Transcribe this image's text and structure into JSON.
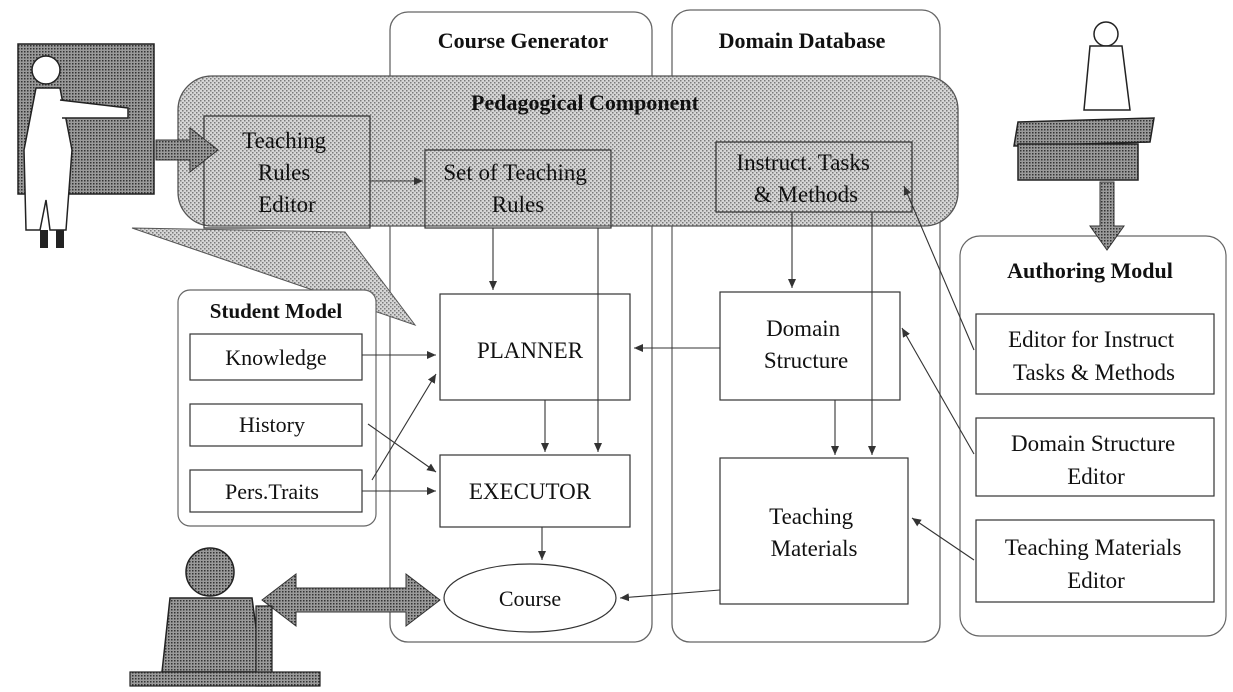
{
  "containers": {
    "course_generator": "Course Generator",
    "domain_database": "Domain Database",
    "pedagogical_component": "Pedagogical Component",
    "student_model": "Student Model",
    "authoring_modul": "Authoring Modul"
  },
  "boxes": {
    "teaching_rules_editor": [
      "Teaching",
      "Rules",
      "Editor"
    ],
    "set_of_teaching_rules": [
      "Set of Teaching",
      "Rules"
    ],
    "instruct_tasks_methods": [
      "Instruct. Tasks",
      "& Methods"
    ],
    "knowledge": "Knowledge",
    "history": "History",
    "pers_traits": "Pers.Traits",
    "planner": "PLANNER",
    "executor": "EXECUTOR",
    "course": "Course",
    "domain_structure": [
      "Domain",
      "Structure"
    ],
    "teaching_materials": [
      "Teaching",
      "Materials"
    ],
    "editor_instruct": [
      "Editor for Instruct",
      "Tasks & Methods"
    ],
    "domain_structure_editor": [
      "Domain Structure",
      "Editor"
    ],
    "teaching_materials_editor": [
      "Teaching Materials",
      "Editor"
    ]
  }
}
